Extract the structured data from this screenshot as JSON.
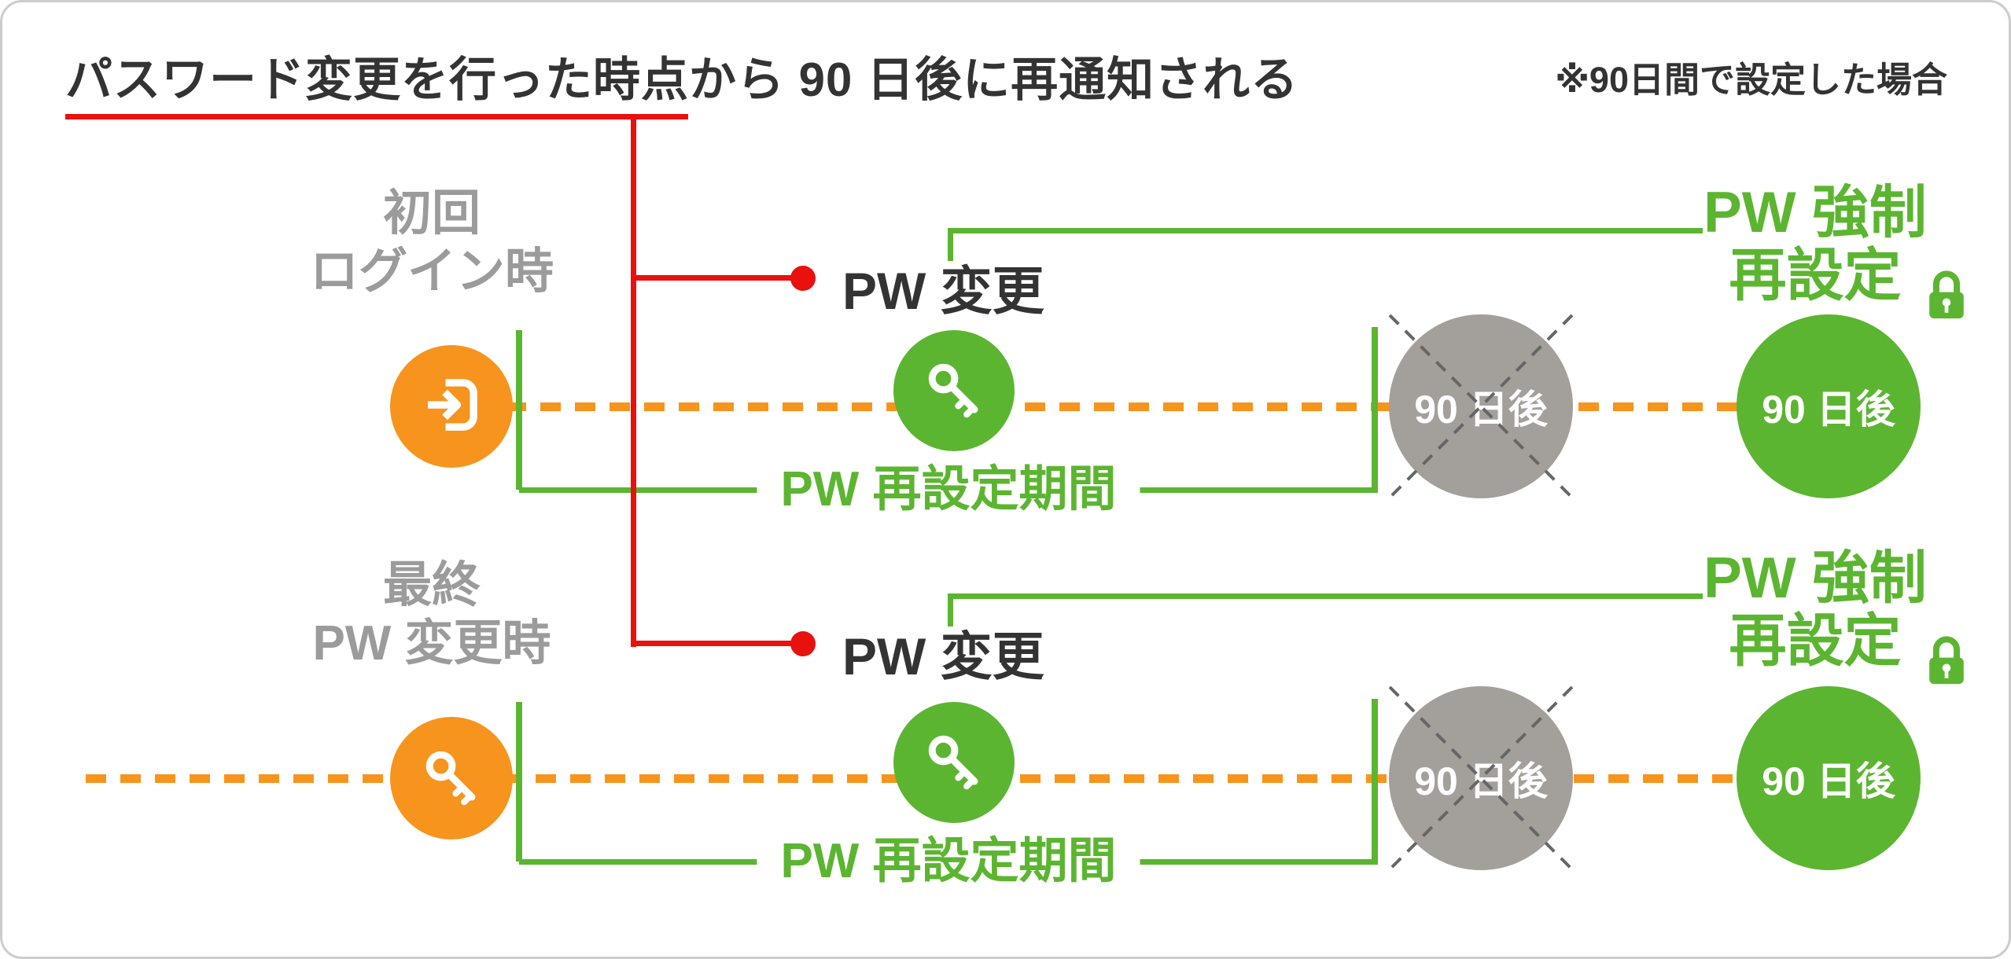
{
  "header": {
    "title": "パスワード変更を行った時点から 90 日後に再通知される",
    "note": "※90日間で設定した場合"
  },
  "colors": {
    "orange": "#F7941D",
    "green": "#5CB531",
    "gray-circle": "#A39F9A",
    "gray-text": "#9B9B9B",
    "red": "#E8110D",
    "dark": "#333333",
    "cross": "#666666",
    "border": "#CCCCCC"
  },
  "icons": {
    "start_row1": "login-arrow-icon",
    "start_row2": "key-icon",
    "event": "key-icon",
    "forced": "lock-icon",
    "expired": "dashed-cross-icon"
  },
  "rows": [
    {
      "start_label_line1": "初回",
      "start_label_line2": "ログイン時",
      "event_label": "PW 変更",
      "period_label": "PW 再設定期間",
      "expired_circle_label": "90 日後",
      "forced_circle_label": "90 日後",
      "forced_title_line1": "PW 強制",
      "forced_title_line2": "再設定"
    },
    {
      "start_label_line1": "最終",
      "start_label_line2": "PW 変更時",
      "event_label": "PW 変更",
      "period_label": "PW 再設定期間",
      "expired_circle_label": "90 日後",
      "forced_circle_label": "90 日後",
      "forced_title_line1": "PW 強制",
      "forced_title_line2": "再設定"
    }
  ]
}
